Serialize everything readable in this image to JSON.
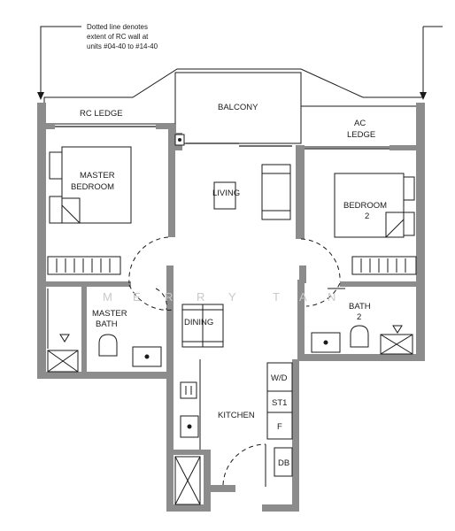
{
  "note": {
    "line1": "Dotted line denotes",
    "line2": "extent of RC wall at",
    "line3": "units #04-40 to #14-40"
  },
  "rooms": {
    "rc_ledge": "RC LEDGE",
    "balcony": "BALCONY",
    "ac_ledge_1": "AC",
    "ac_ledge_2": "LEDGE",
    "master_bedroom_1": "MASTER",
    "master_bedroom_2": "BEDROOM",
    "living": "LIVING",
    "bedroom2_1": "BEDROOM",
    "bedroom2_2": "2",
    "master_bath_1": "MASTER",
    "master_bath_2": "BATH",
    "dining": "DINING",
    "bath2_1": "BATH",
    "bath2_2": "2",
    "kitchen": "KITCHEN",
    "wd": "W/D",
    "st1": "ST1",
    "fridge": "F",
    "db": "DB"
  },
  "watermark": [
    "M",
    "E",
    "R",
    "R",
    "Y",
    "T",
    "A",
    "N"
  ],
  "colors": {
    "wall": "#8c8c8c",
    "line": "#1a1a1a"
  }
}
